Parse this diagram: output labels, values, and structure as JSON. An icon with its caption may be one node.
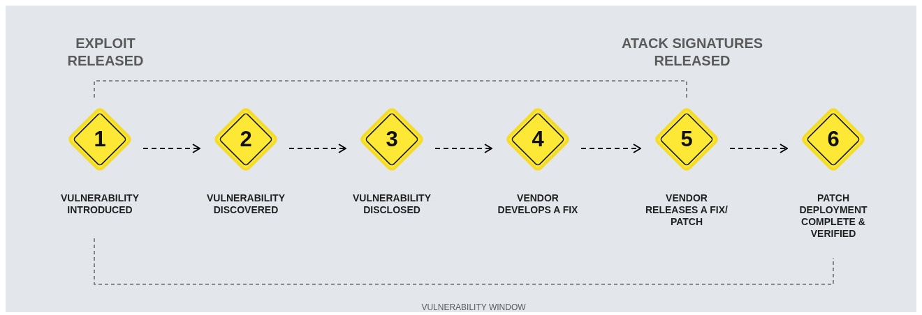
{
  "diagram": {
    "nodes": [
      {
        "text": [
          "1",
          "VULNERABILITY INTRODUCED"
        ]
      },
      {
        "text": [
          "2",
          "VULNERABILITY DISCOVERED"
        ]
      },
      {
        "text": [
          "3",
          "VULNERABILITY DISCLOSED"
        ]
      },
      {
        "text": [
          "4",
          "VENDOR DEVELOPS A FIX"
        ]
      },
      {
        "text": [
          "5",
          "VENDOR RELEASES A FIX/ PATCH"
        ]
      },
      {
        "text": [
          "6",
          "PATCH DEPLOYMENT COMPLETE & VERIFIED"
        ]
      }
    ],
    "edges": [
      {
        "from": 0,
        "to": 1,
        "arrow": "to",
        "style": "dashed"
      },
      {
        "from": 1,
        "to": 2,
        "arrow": "to",
        "style": "dashed"
      },
      {
        "from": 2,
        "to": 3,
        "arrow": "to",
        "style": "dashed"
      },
      {
        "from": 3,
        "to": 4,
        "arrow": "to",
        "style": "dashed"
      },
      {
        "from": 4,
        "to": 5,
        "arrow": "to",
        "style": "dashed"
      },
      {
        "from": 0,
        "to": 4,
        "arrow": "none",
        "style": "dashed",
        "color": "#6b6b6b"
      },
      {
        "from": 0,
        "to": 5,
        "arrow": "none",
        "style": "dashed",
        "color": "#6b6b6b"
      }
    ],
    "labels": [
      "EXPLOIT RELEASED",
      "ATACK SIGNATURES RELEASED",
      "VULNERABILITY WINDOW"
    ]
  }
}
